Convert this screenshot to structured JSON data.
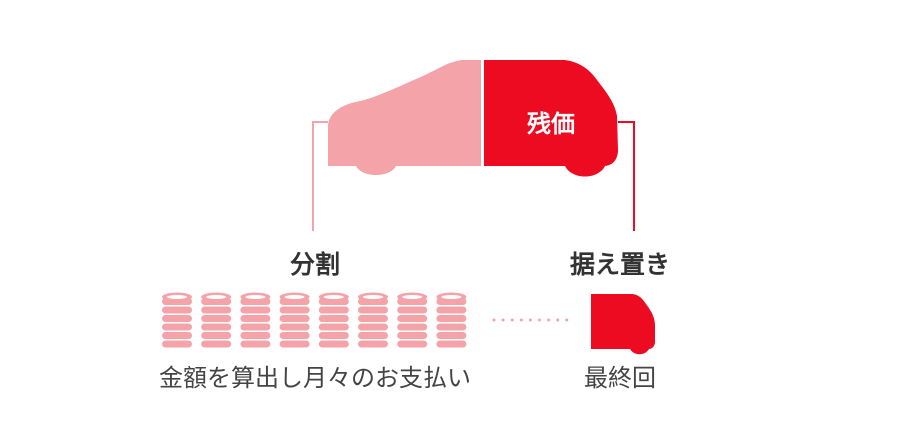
{
  "colors": {
    "light": "#f4a3a8",
    "accent": "#ec0b21",
    "text": "#333333"
  },
  "car_label": "残価",
  "left_label": "分割",
  "right_label": "据え置き",
  "left_caption": "金額を算出し月々のお支払い",
  "right_caption": "最終回",
  "coin_stack_count": 8
}
